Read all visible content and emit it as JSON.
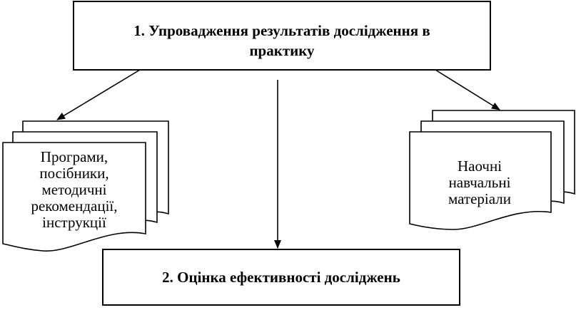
{
  "top_box": {
    "line1": "1. Упровадження результатів дослідження в",
    "line2": "практику"
  },
  "left_doc": {
    "lines": [
      "Програми,",
      "посібники,",
      "методичні",
      "рекомендації,",
      "інструкції"
    ]
  },
  "right_doc": {
    "lines": [
      "Наочні",
      "навчальні",
      "матеріали"
    ]
  },
  "bottom_box": {
    "label": "2. Оцінка ефективності досліджень"
  },
  "colors": {
    "stroke": "#000000",
    "fill": "#ffffff"
  }
}
